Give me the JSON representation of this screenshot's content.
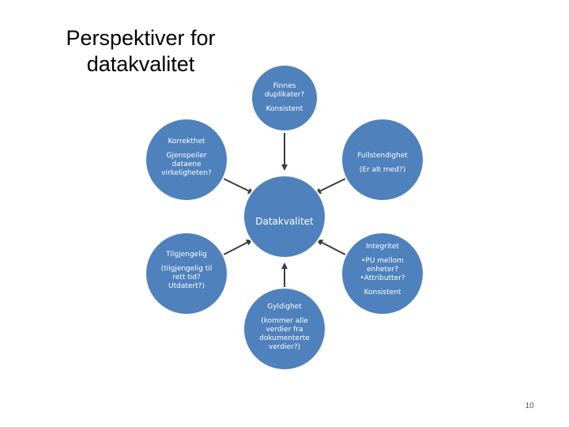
{
  "slide": {
    "title_line1": "Perspektiver for",
    "title_line2": "datakvalitet",
    "page_number": "10"
  },
  "diagram": {
    "fill_color": "#4f81bd",
    "border_color": "#ffffff",
    "connector_color": "#3b3b3b",
    "center": {
      "label": "Datakvalitet"
    },
    "nodes": {
      "top": {
        "line1": "Finnes",
        "line2": "duplikater?",
        "line3": "Konsistent"
      },
      "upper_left": {
        "line1": "Korrekthet",
        "line2": "Gjenspeiler",
        "line3": "dataene",
        "line4": "virkeligheten?"
      },
      "upper_right": {
        "line1": "Fullstendighet",
        "line2": "(Er alt med?)"
      },
      "lower_left": {
        "line1": "Tilgjengelig",
        "line2": "(tilgjengelig til",
        "line3": "rett tid?",
        "line4": "Utdatert?)"
      },
      "lower_right": {
        "line1": "Integritet",
        "line2": "•PU mellom",
        "line3": "enheter?",
        "line4": "•Attributter?",
        "line5": "Konsistent"
      },
      "bottom": {
        "line1": "Gyldighet",
        "line2": "(kommer alle",
        "line3": "verdier fra",
        "line4": "dokumenterte",
        "line5": "verdier?)"
      }
    }
  }
}
